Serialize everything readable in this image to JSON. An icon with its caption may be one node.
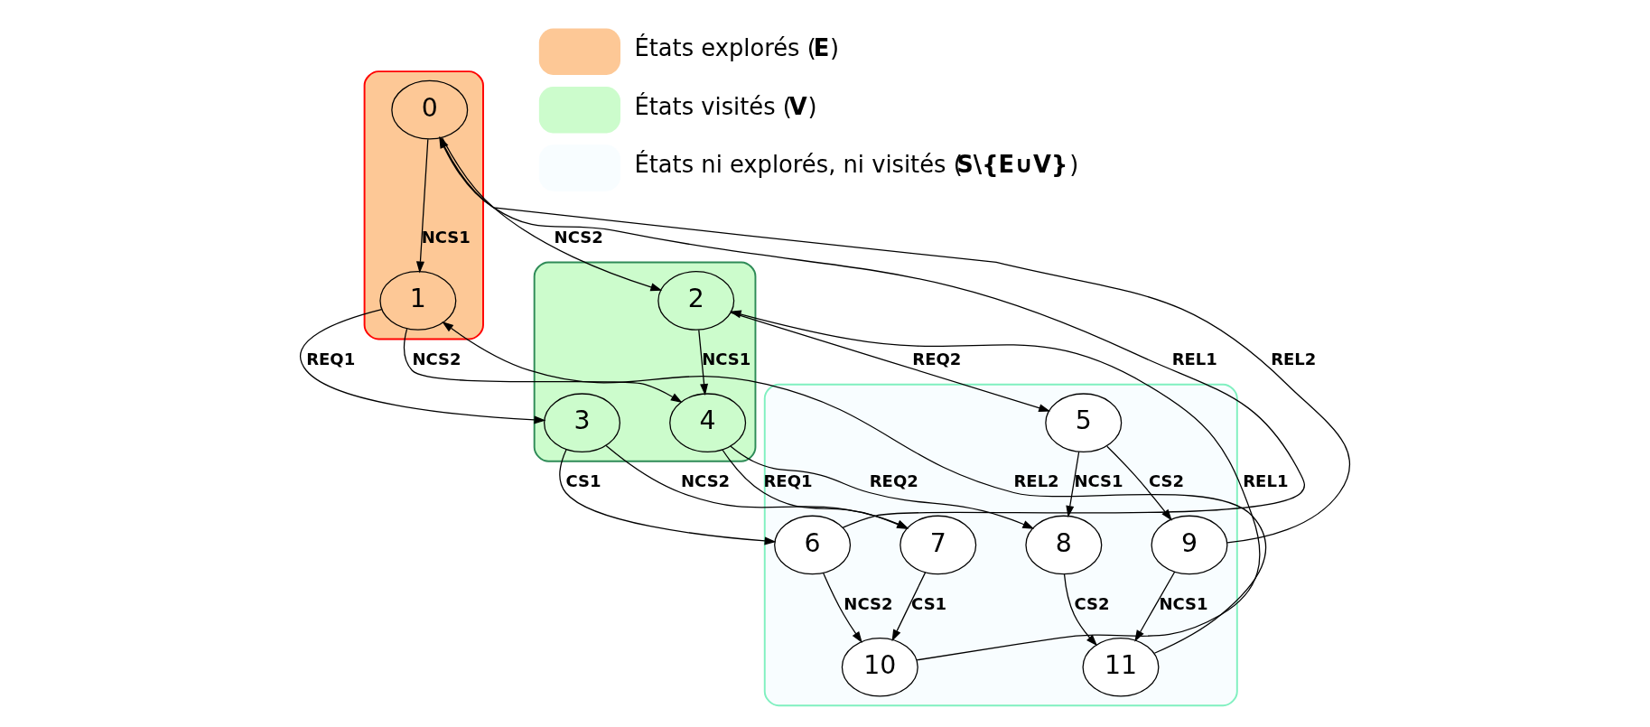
{
  "diagram": {
    "nodes": [
      {
        "text": [],
        "shape": "cloud"
      },
      {
        "text": [],
        "shape": "cloud"
      },
      {
        "text": [],
        "shape": "cloud"
      },
      {
        "text": [
          "0"
        ],
        "in": 0
      },
      {
        "text": [
          "1"
        ],
        "in": 0
      },
      {
        "text": [
          "2"
        ],
        "in": 1
      },
      {
        "text": [
          "3"
        ],
        "in": 1
      },
      {
        "text": [
          "4"
        ],
        "in": 1
      },
      {
        "text": [
          "5"
        ],
        "in": 2
      },
      {
        "text": [
          "6"
        ],
        "in": 2
      },
      {
        "text": [
          "7"
        ],
        "in": 2
      },
      {
        "text": [
          "8"
        ],
        "in": 2
      },
      {
        "text": [
          "9"
        ],
        "in": 2
      },
      {
        "text": [
          "10"
        ],
        "in": 2
      },
      {
        "text": [
          "11"
        ],
        "in": 2
      }
    ],
    "edges": [
      {
        "from": 3,
        "to": 4,
        "label": "NCS1",
        "arrow": "to"
      },
      {
        "from": 3,
        "to": 5,
        "label": "NCS2",
        "arrow": "to"
      },
      {
        "from": 4,
        "to": 6,
        "label": "REQ1",
        "arrow": "to"
      },
      {
        "from": 4,
        "to": 7,
        "label": "NCS2",
        "arrow": "to"
      },
      {
        "from": 5,
        "to": 7,
        "label": "NCS1",
        "arrow": "to"
      },
      {
        "from": 5,
        "to": 8,
        "label": "REQ2",
        "arrow": "to"
      },
      {
        "from": 6,
        "to": 9,
        "label": "CS1",
        "arrow": "to"
      },
      {
        "from": 6,
        "to": 10,
        "label": "NCS2",
        "arrow": "to"
      },
      {
        "from": 7,
        "to": 10,
        "label": "REQ1",
        "arrow": "to"
      },
      {
        "from": 7,
        "to": 11,
        "label": "REQ2",
        "arrow": "to"
      },
      {
        "from": 8,
        "to": 11,
        "label": "NCS1",
        "arrow": "to"
      },
      {
        "from": 8,
        "to": 12,
        "label": "CS2",
        "arrow": "to"
      },
      {
        "from": 9,
        "to": 13,
        "label": "NCS2",
        "arrow": "to"
      },
      {
        "from": 10,
        "to": 13,
        "label": "CS1",
        "arrow": "to"
      },
      {
        "from": 11,
        "to": 14,
        "label": "CS2",
        "arrow": "to"
      },
      {
        "from": 12,
        "to": 14,
        "label": "NCS1",
        "arrow": "to"
      },
      {
        "from": 9,
        "to": 3,
        "label": "REL1",
        "arrow": "to"
      },
      {
        "from": 12,
        "to": 3,
        "label": "REL2",
        "arrow": "to"
      },
      {
        "from": 13,
        "to": 5,
        "label": "REL1",
        "arrow": "to"
      },
      {
        "from": 14,
        "to": 4,
        "label": "REL2",
        "arrow": "to"
      }
    ],
    "legend": [
      {
        "text": "États explorés (**E**)",
        "color": "#fdc896"
      },
      {
        "text": "États visités (**V**)",
        "color": "#ccfccc"
      },
      {
        "text": "États ni explorés, ni visités (**S\\{E∪V}**)",
        "color": "#f8fdff"
      }
    ]
  }
}
